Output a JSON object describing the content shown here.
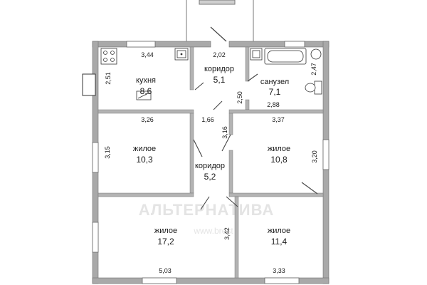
{
  "colors": {
    "wall": "#a9a9a9",
    "wall_stroke": "#6f6f6f",
    "line": "#555555",
    "text": "#1a1a1a",
    "watermark": "#e6e6e6"
  },
  "watermark": {
    "brand": "АЛЬТЕРНАТИВА",
    "site": "www.brest"
  },
  "rooms": {
    "kitchen": {
      "name": "кухня",
      "area": "8,6"
    },
    "corridor1": {
      "name": "коридор",
      "area": "5,1"
    },
    "bathroom": {
      "name": "санузел",
      "area": "7,1"
    },
    "living1": {
      "name": "жилое",
      "area": "10,3"
    },
    "corridor2": {
      "name": "коридор",
      "area": "5,2"
    },
    "living2": {
      "name": "жилое",
      "area": "10,8"
    },
    "living3": {
      "name": "жилое",
      "area": "17,2"
    },
    "living4": {
      "name": "жилое",
      "area": "11,4"
    }
  },
  "dims": {
    "kitchen_w": "3,44",
    "kitchen_h": "2,51",
    "corridor1_w": "2,02",
    "corridor1_h": "2,50",
    "bathroom_w": "2,88",
    "bathroom_h": "2,47",
    "living1_w": "3,26",
    "living1_h": "3,15",
    "corridor2_w": "1,66",
    "corridor2_h": "3,16",
    "living2_w": "3,37",
    "living2_h": "3,20",
    "living3_w": "5,03",
    "living3_h": "3,42",
    "living4_w": "3,33"
  },
  "icons": [
    "stove-icon",
    "sink-icon",
    "bathtub-icon",
    "toilet-icon",
    "door-icon",
    "window-icon"
  ]
}
